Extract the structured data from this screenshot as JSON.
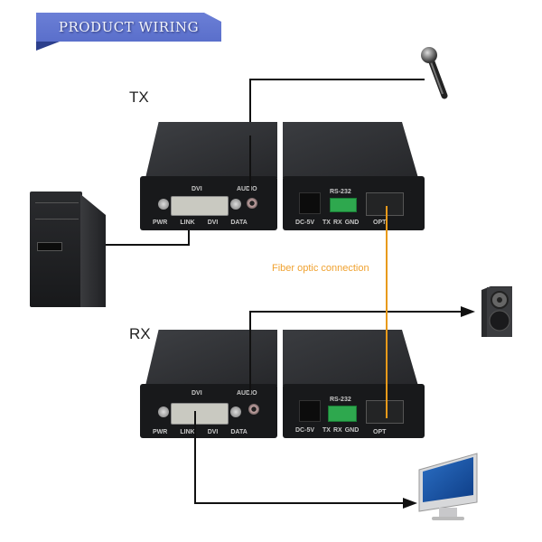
{
  "banner": {
    "title": "PRODUCT WIRING",
    "color": "#5f73ce"
  },
  "labels": {
    "tx": "TX",
    "rx": "RX"
  },
  "fiber": {
    "caption": "Fiber optic connection",
    "color": "#e89a1a"
  },
  "tx_unit": {
    "front_panel": {
      "dvi_label": "DVI",
      "audio_label": "AUDIO",
      "leds": [
        "PWR",
        "LINK",
        "DVI",
        "DATA"
      ]
    },
    "rear_panel": {
      "power_label": "DC-5V",
      "rs232_label": "RS-232",
      "rs232_pins": [
        "TX",
        "RX",
        "GND"
      ],
      "opt_label": "OPT"
    }
  },
  "rx_unit": {
    "front_panel": {
      "dvi_label": "DVI",
      "audio_label": "AUDIO",
      "leds": [
        "PWR",
        "LINK",
        "DVI",
        "DATA"
      ]
    },
    "rear_panel": {
      "power_label": "DC-5V",
      "rs232_label": "RS-232",
      "rs232_pins": [
        "TX",
        "RX",
        "GND"
      ],
      "opt_label": "OPT"
    }
  },
  "peripherals": {
    "source": "pc-tower-icon",
    "audio_in": "microphone-icon",
    "audio_out": "speaker-icon",
    "display": "monitor-icon"
  }
}
